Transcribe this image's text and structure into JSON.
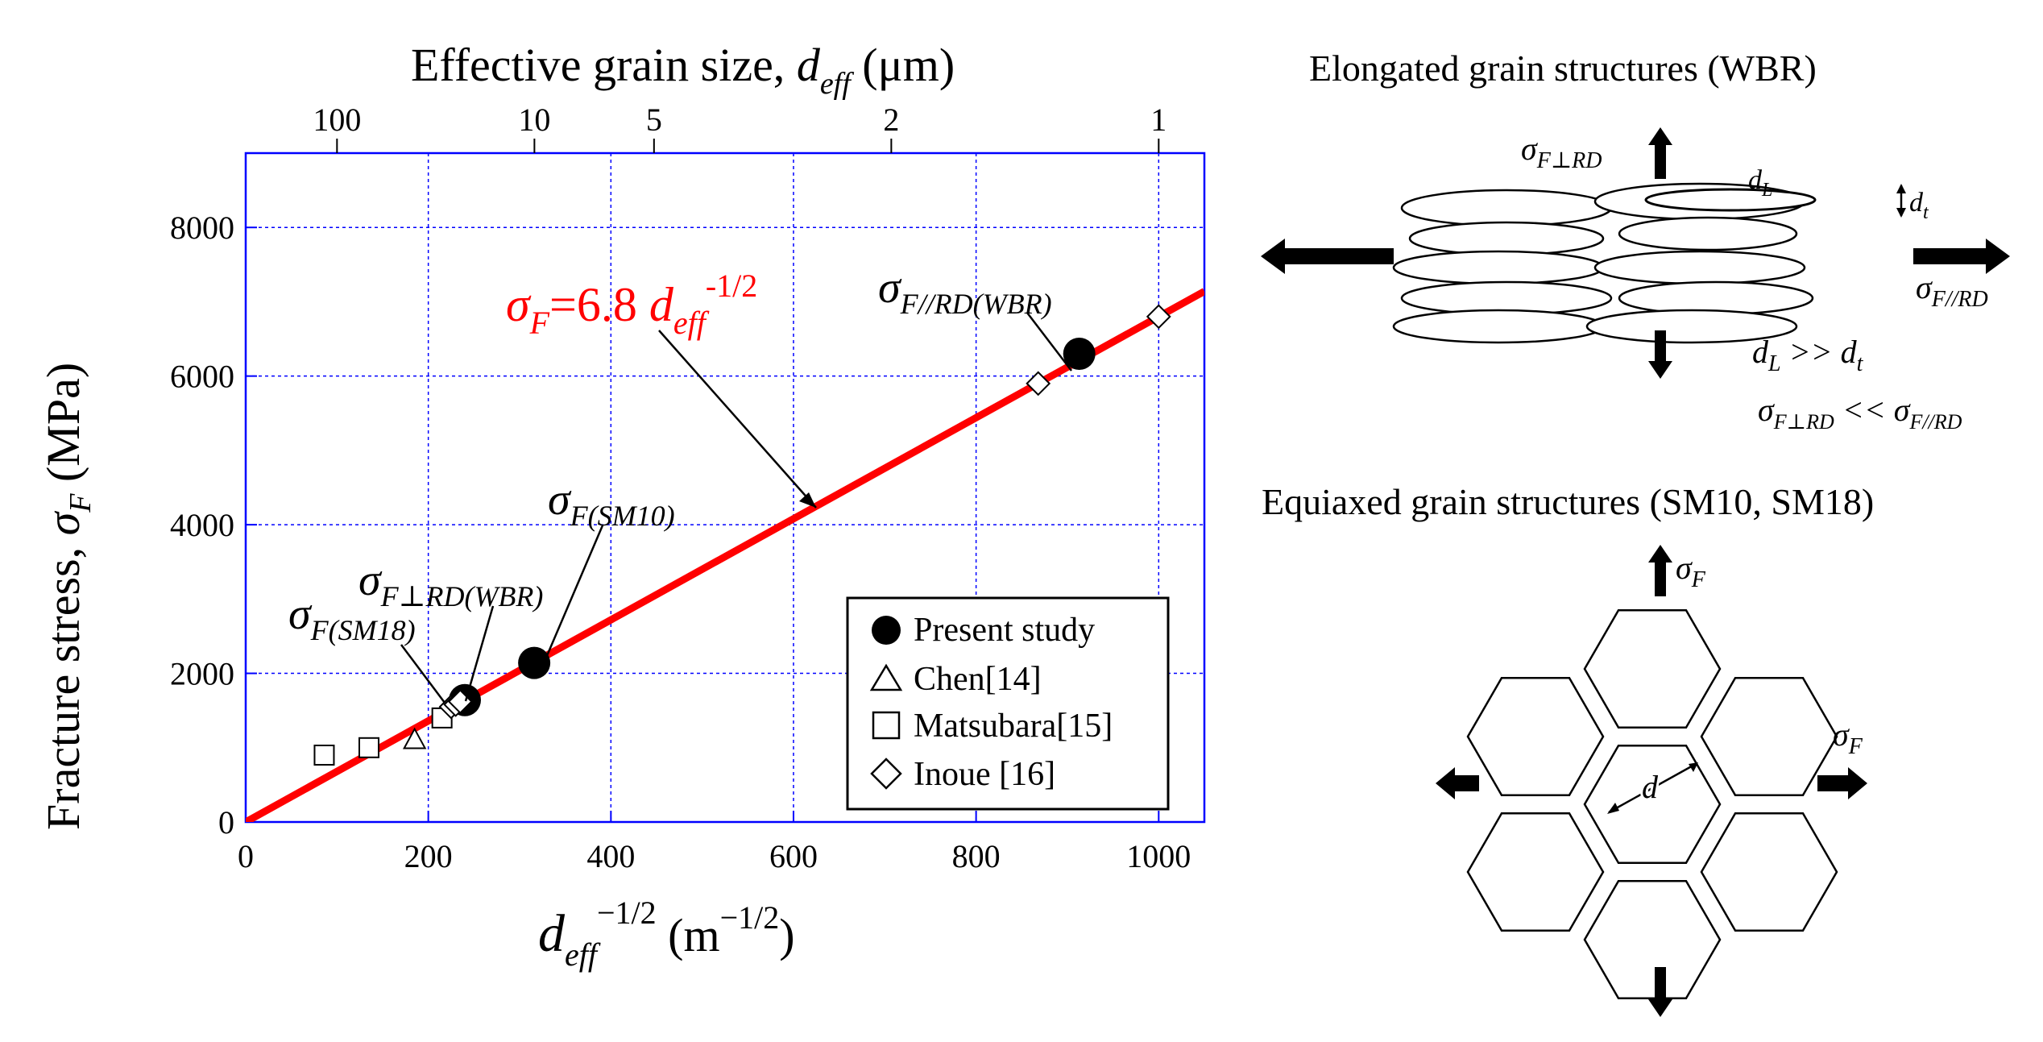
{
  "chart_data": {
    "type": "scatter",
    "xlabel": "d_eff^(-1/2) (m^(-1/2))",
    "ylabel": "Fracture stress, σF (MPa)",
    "top_axis_label": "Effective grain size, d_eff (μm)",
    "xlim": [
      0,
      1050
    ],
    "ylim": [
      0,
      9000
    ],
    "x_ticks": [
      0,
      200,
      400,
      600,
      800,
      1000
    ],
    "y_ticks": [
      0,
      2000,
      4000,
      6000,
      8000
    ],
    "top_ticks": [
      {
        "label": "100",
        "d_um": 100
      },
      {
        "label": "10",
        "d_um": 10
      },
      {
        "label": "5",
        "d_um": 5
      },
      {
        "label": "2",
        "d_um": 2
      },
      {
        "label": "1",
        "d_um": 1
      }
    ],
    "grid": true,
    "fit_line": {
      "slope": 6.8,
      "color": "#ff0000",
      "label": "σF=6.8 deff-1/2",
      "x_range": [
        0,
        1050
      ]
    },
    "legend_position": "bottom-right",
    "series": [
      {
        "name": "Present study",
        "marker": "filled-circle",
        "points": [
          [
            240,
            1640
          ],
          [
            316,
            2140
          ],
          [
            913,
            6300
          ]
        ]
      },
      {
        "name": "Chen[14]",
        "marker": "triangle",
        "points": [
          [
            185,
            1100
          ]
        ]
      },
      {
        "name": "Matsubara[15]",
        "marker": "square",
        "points": [
          [
            86,
            900
          ],
          [
            135,
            1000
          ],
          [
            215,
            1400
          ]
        ]
      },
      {
        "name": "Inoue [16]",
        "marker": "diamond",
        "points": [
          [
            225,
            1550
          ],
          [
            230,
            1580
          ],
          [
            235,
            1620
          ],
          [
            868,
            5900
          ],
          [
            1000,
            6800
          ]
        ]
      }
    ],
    "annotations": [
      {
        "key": "fit",
        "base": "σ",
        "sub": "F",
        "rest": "=6.8 d",
        "sub2": "eff",
        "sup": "-1/2",
        "color": "#ff0000"
      },
      {
        "key": "wbr_par",
        "base": "σ",
        "sub": "F//RD(WBR)"
      },
      {
        "key": "sm10",
        "base": "σ",
        "sub": "F(SM10)"
      },
      {
        "key": "wbr_perp",
        "base": "σ",
        "sub": "F⊥RD(WBR)"
      },
      {
        "key": "sm18",
        "base": "σ",
        "sub": "F(SM18)"
      }
    ]
  },
  "schematic": {
    "elongated_title": "Elongated grain structures (WBR)",
    "equiaxed_title": "Equiaxed grain structures (SM10, SM18)",
    "labels": {
      "sigma_perp": "σF⊥RD",
      "sigma_par": "σF//RD",
      "d_L": "dL",
      "d_t": "dt",
      "relation1": "dL >> dt",
      "relation2": "σF⊥RD << σF//RD",
      "sigma_F": "σF",
      "d": "d"
    }
  }
}
